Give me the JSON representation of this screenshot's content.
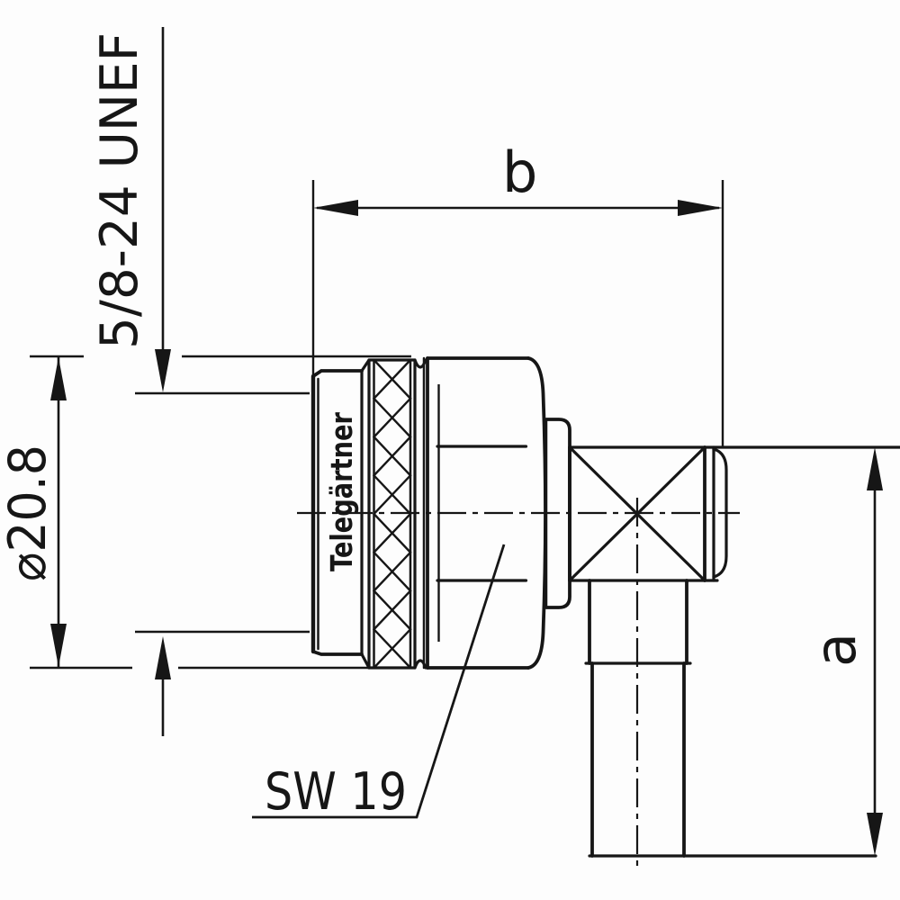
{
  "drawing": {
    "type": "technical-connector-drawing",
    "brand_label": "Telegärtner",
    "dimensions": {
      "thread_spec": "5/8-24 UNEF",
      "coupling_nut_diameter": "⌀20.8",
      "body_length_label": "b",
      "body_height_label": "a",
      "wrench_size": "SW 19"
    },
    "colors": {
      "line": "#161616",
      "background": "#fdfdfd"
    }
  }
}
